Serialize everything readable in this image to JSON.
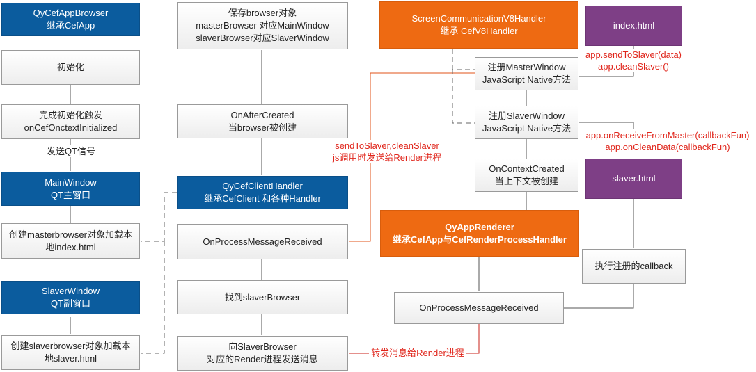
{
  "boxes": {
    "qycefappbrowser": "QyCefAppBrowser\n继承CefApp",
    "init": "初始化",
    "init_done": "完成初始化触发\nonCefOnctextInitialized",
    "mainwindow": "MainWindow\nQT主窗口",
    "create_master": "创建masterbrowser对象加载本\n地index.html",
    "slaverwindow": "SlaverWindow\nQT副窗口",
    "create_slaver": "创建slaverbrowser对象加载本\n地slaver.html",
    "save_browser": "保存browser对象\nmasterBrowser 对应MainWindow\nslaverBrowser对应SlaverWindow",
    "on_after_created": "OnAfterCreated\n当browser被创建",
    "client_handler": "QyCefClientHandler\n继承CefClient 和各种Handler",
    "on_process_msg_left": "OnProcessMessageReceived",
    "find_slaver": "找到slaverBrowser",
    "send_to_slaver": "向SlaverBrowser\n对应的Render进程发送消息",
    "screen_handler": "ScreenCommunicationV8Handler\n继承 CefV8Handler",
    "reg_master": "注册MasterWindow\nJavaScript Native方法",
    "reg_slaver": "注册SlaverWindow\nJavaScript Native方法",
    "on_context_created": "OnContextCreated\n当上下文被创建",
    "qyapprenderer": "QyAppRenderer\n继承CefApp与CefRenderProcessHandler",
    "on_process_msg_right": "OnProcessMessageReceived",
    "index_html": "index.html",
    "slaver_html": "slaver.html",
    "exec_callback": "执行注册的callback"
  },
  "labels": {
    "send_qt_signal": "发送QT信号",
    "js_call": "sendToSlaver,cleanSlaver\njs调用时发送给Render进程",
    "master_api": "app.sendToSlaver(data)\napp.cleanSlaver()",
    "slaver_api": "app.onReceiveFromMaster(callbackFun)\napp.onCleanData(callbackFun)",
    "forward_msg": "转发消息给Render进程"
  },
  "colors": {
    "blue": "#0b5c9e",
    "orange": "#ee6a12",
    "purple": "#7e3f86",
    "red_text": "#e0251b",
    "connector": "#555555"
  }
}
